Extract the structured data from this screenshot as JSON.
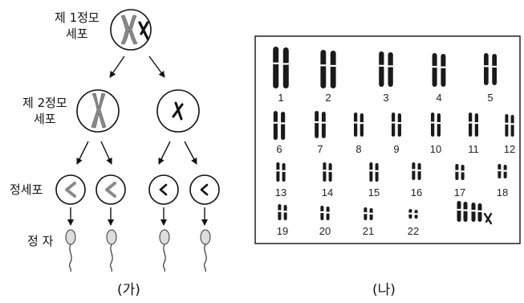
{
  "left_panel": {
    "primary_spermatocyte": [
      "제 1정모",
      "세포"
    ],
    "secondary_spermatocyte": [
      "제 2정모",
      "세포"
    ],
    "spermatid": "정세포",
    "sperm": "정 자",
    "caption": "(가)"
  },
  "right_panel": {
    "pair_numbers": [
      "1",
      "2",
      "3",
      "4",
      "5",
      "6",
      "7",
      "8",
      "9",
      "10",
      "11",
      "12",
      "13",
      "14",
      "15",
      "16",
      "17",
      "18",
      "19",
      "20",
      "21",
      "22"
    ],
    "caption": "(나)"
  },
  "colors": {
    "line": "#111111",
    "chromosome_dark": "#1a1a1a",
    "chromosome_gray": "#8a8a8a"
  }
}
